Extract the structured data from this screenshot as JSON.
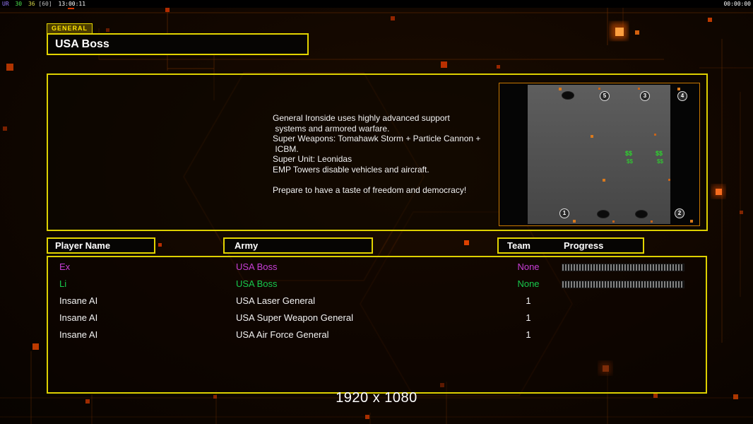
{
  "hud": {
    "left_segments": [
      {
        "text": "UR",
        "color": "#9a7bff"
      },
      {
        "text": "30",
        "color": "#4ce44c"
      },
      {
        "text": "36",
        "color": "#d8d848"
      },
      {
        "text": "[60]",
        "color": "#bdbdbd"
      },
      {
        "text": "13:00:11",
        "color": "#ffffff"
      }
    ],
    "timer": "00:00:00"
  },
  "general": {
    "tab_label": "GENERAL",
    "name": "USA Boss",
    "description_lines": [
      "General Ironside uses highly advanced support",
      " systems and armored warfare.",
      "Super Weapons: Tomahawk Storm + Particle Cannon +",
      " ICBM.",
      "Super Unit: Leonidas",
      "EMP Towers disable vehicles and aircraft.",
      "",
      "Prepare to have a taste of freedom and democracy!"
    ]
  },
  "map": {
    "spawns": [
      "5",
      "3",
      "4",
      "1",
      "2"
    ],
    "supply_symbol": "$$"
  },
  "table": {
    "headers": [
      "Player Name",
      "Army",
      "Team",
      "Progress"
    ],
    "rows": [
      {
        "player": "Ex",
        "army": "USA Boss",
        "team": "None",
        "color": "#c93fd6"
      },
      {
        "player": "Li",
        "army": "USA Boss",
        "team": "None",
        "color": "#17c84b"
      },
      {
        "player": "Insane AI",
        "army": "USA Laser General",
        "team": "1",
        "color": "#f2f2f2"
      },
      {
        "player": "Insane AI",
        "army": "USA Super Weapon General",
        "team": "1",
        "color": "#f2f2f2"
      },
      {
        "player": "Insane AI",
        "army": "USA Air Force General",
        "team": "1",
        "color": "#f2f2f2"
      }
    ]
  },
  "footer": {
    "resolution": "1920 x 1080"
  },
  "colors": {
    "panel_border": "#e0d000",
    "map_border": "#c87800",
    "background_accent": "#cc4400"
  }
}
